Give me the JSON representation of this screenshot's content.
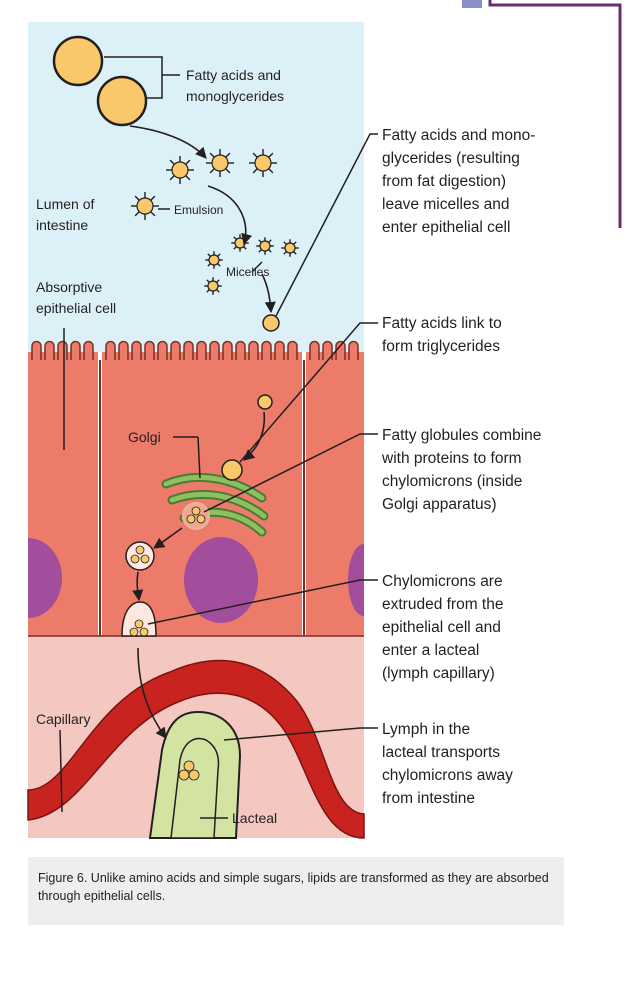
{
  "labels": {
    "fatty_acids_mono_1": "Fatty acids and",
    "fatty_acids_mono_2": "monoglycerides",
    "emulsion": "Emulsion",
    "micelles": "Micelles",
    "lumen_1": "Lumen of",
    "lumen_2": "intestine",
    "absorptive_1": "Absorptive",
    "absorptive_2": "epithelial cell",
    "golgi": "Golgi",
    "capillary": "Capillary",
    "lacteal": "Lacteal"
  },
  "steps": [
    {
      "lines": [
        "Fatty acids and mono-",
        "glycerides (resulting",
        "from fat digestion)",
        "leave micelles and",
        "enter epithelial cell"
      ]
    },
    {
      "lines": [
        "Fatty acids link to",
        "form triglycerides"
      ]
    },
    {
      "lines": [
        "Fatty globules combine",
        "with proteins to form",
        "chylomicrons (inside",
        "Golgi apparatus)"
      ]
    },
    {
      "lines": [
        "Chylomicrons are",
        "extruded from the",
        "epithelial cell and",
        "enter a lacteal",
        "(lymph capillary)"
      ]
    },
    {
      "lines": [
        "Lymph in the",
        "lacteal transports",
        "chylomicrons away",
        "from intestine"
      ]
    }
  ],
  "caption": "Figure 6. Unlike amino acids and simple sugars, lipids are transformed as they are absorbed through epithelial cells.",
  "colors": {
    "lumen": "#dcf0f8",
    "cell": "#ec7b6a",
    "cell_outline": "#7a2e24",
    "nucleus": "#a24e9c",
    "golgi": "#6fa04a",
    "lipid": "#f9c86a",
    "tissue": "#f4c8c0",
    "capillary": "#c9231f",
    "lacteal": "#d3e3a2",
    "accent_purple": "#6b2c6b"
  }
}
